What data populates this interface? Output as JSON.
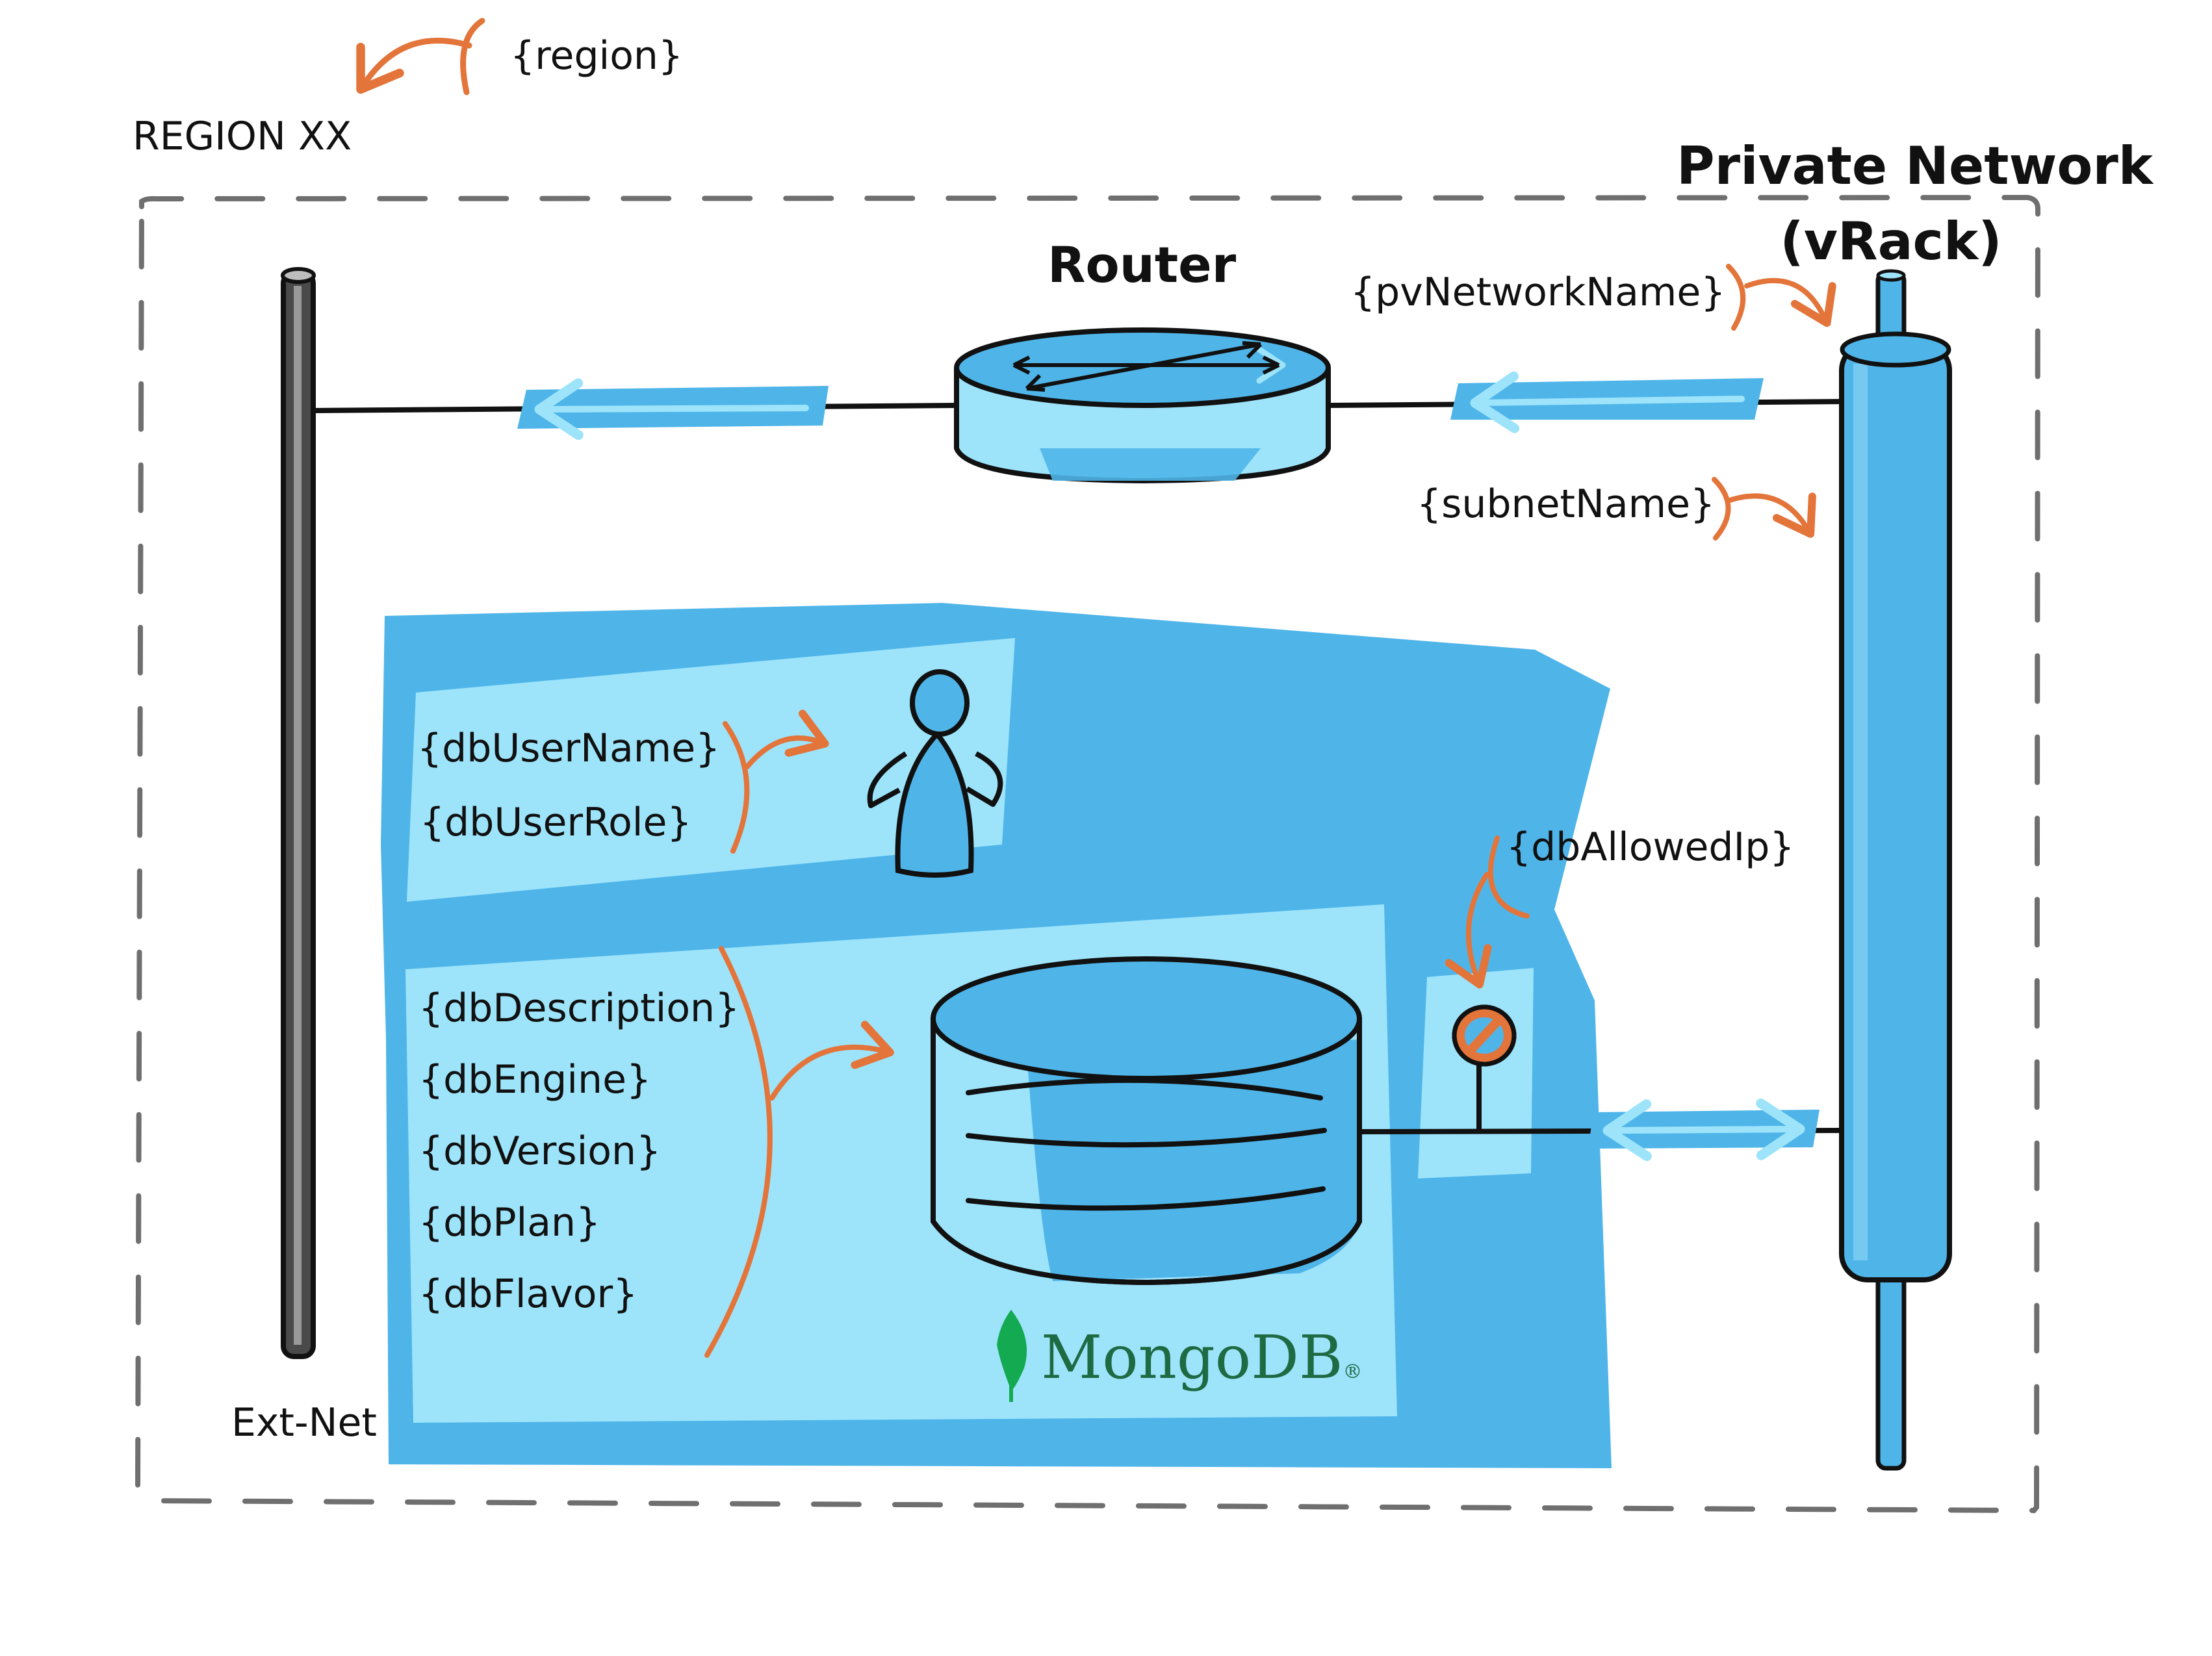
{
  "labels": {
    "region_var": "{region}",
    "region": "REGION XX",
    "private_network": "Private Network",
    "vrack": "(vRack)",
    "router": "Router",
    "pv_network_name": "{pvNetworkName}",
    "subnet_name": "{subnetName}",
    "ext_net": "Ext-Net",
    "db_allowed_ip": "{dbAllowedIp}"
  },
  "user_params": [
    "{dbUserName}",
    "{dbUserRole}"
  ],
  "db_params": [
    "{dbDescription}",
    "{dbEngine}",
    "{dbVersion}",
    "{dbPlan}",
    "{dbFlavor}"
  ],
  "mongo": {
    "name": "MongoDB",
    "mark": "®"
  },
  "colors": {
    "primary_blue": "#4fb5e9",
    "light_blue": "#9de4fb",
    "arrow_orange": "#e3743a",
    "line": "#111111",
    "border_dash": "#6f6f6f",
    "ext_net_pole": "#4a4a4a",
    "mongo_green": "#13aa52",
    "mongo_text": "#1e6a43"
  },
  "icons": [
    "pointer-arrow-icon",
    "router-icon",
    "bidirectional-arrow-icon",
    "user-icon",
    "database-icon",
    "mongodb-leaf-icon",
    "no-entry-icon",
    "vrack-pipe-icon",
    "ext-net-pole-icon"
  ]
}
